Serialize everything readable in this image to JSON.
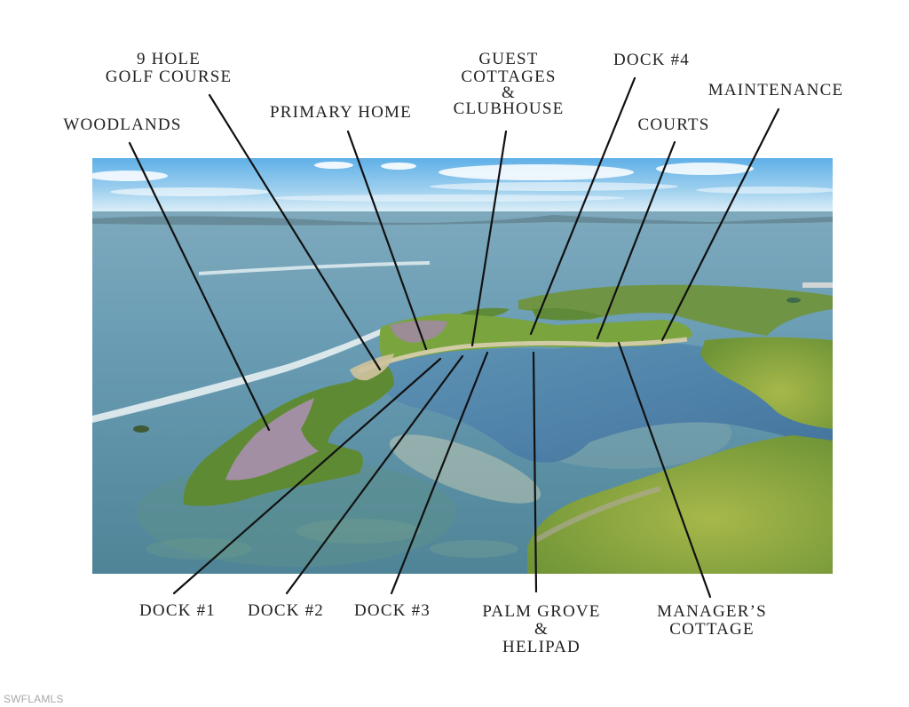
{
  "figure": {
    "type": "annotated aerial photograph",
    "watermark": "SWFLAMLS",
    "colors": {
      "background": "#ffffff",
      "label_text": "#222222",
      "leader_line": "#111111",
      "sky": "#7fbde6",
      "water": "#5f92a8",
      "vegetation": "#6f9a3a",
      "woodlands_purple": "#a48aa8",
      "sand": "#d8cfb4"
    }
  },
  "labels_top": [
    {
      "id": "woodlands",
      "lines": [
        "WOODLANDS"
      ]
    },
    {
      "id": "golf-course",
      "lines": [
        "9 HOLE",
        "GOLF COURSE"
      ]
    },
    {
      "id": "primary-home",
      "lines": [
        "PRIMARY HOME"
      ]
    },
    {
      "id": "guest-cottages-clubhouse",
      "lines": [
        "GUEST",
        "COTTAGES",
        "&",
        "CLUBHOUSE"
      ]
    },
    {
      "id": "dock-4",
      "lines": [
        "DOCK #4"
      ]
    },
    {
      "id": "courts",
      "lines": [
        "COURTS"
      ]
    },
    {
      "id": "maintenance",
      "lines": [
        "MAINTENANCE"
      ]
    }
  ],
  "labels_bottom": [
    {
      "id": "dock-1",
      "lines": [
        "DOCK #1"
      ]
    },
    {
      "id": "dock-2",
      "lines": [
        "DOCK #2"
      ]
    },
    {
      "id": "dock-3",
      "lines": [
        "DOCK #3"
      ]
    },
    {
      "id": "palm-grove-helipad",
      "lines": [
        "PALM GROVE",
        "&",
        "HELIPAD"
      ]
    },
    {
      "id": "managers-cottage",
      "lines": [
        "MANAGER’S",
        "COTTAGE"
      ]
    }
  ]
}
